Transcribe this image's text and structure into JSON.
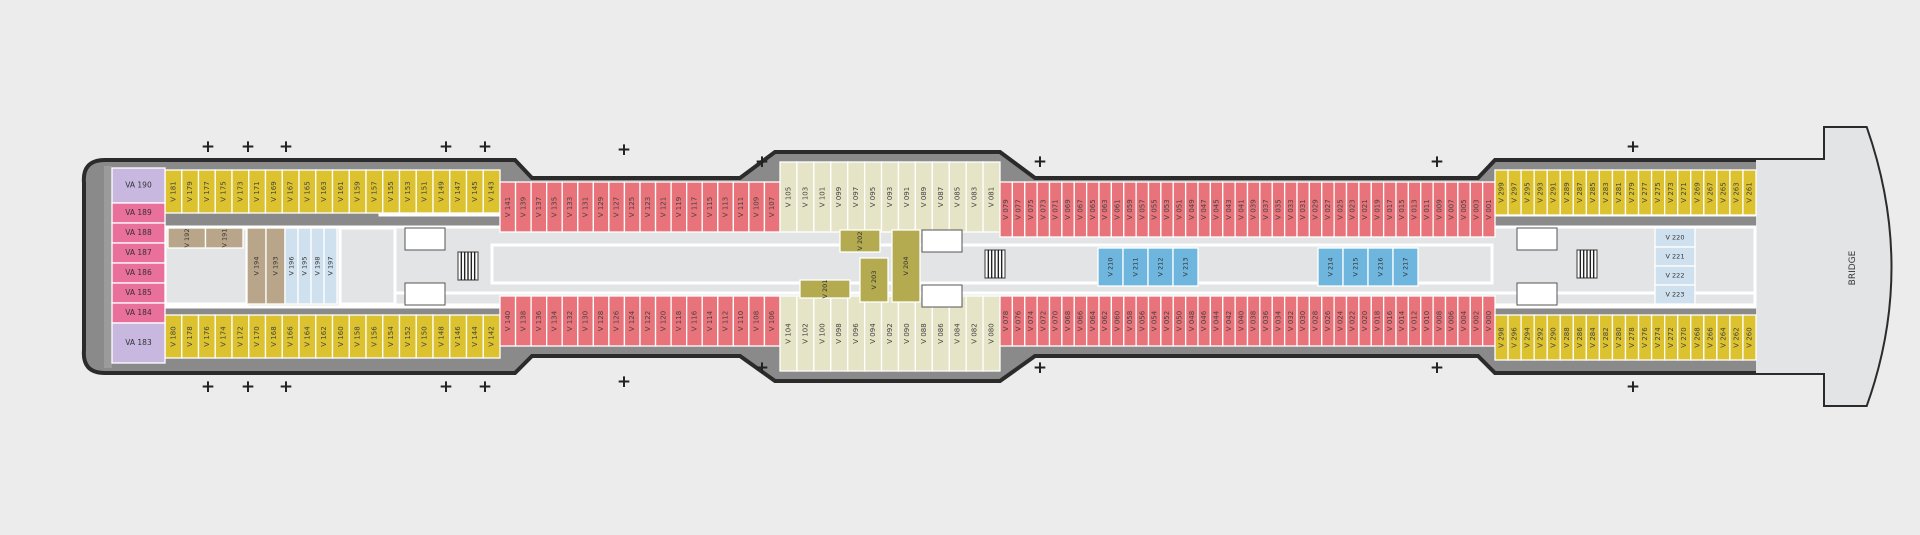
{
  "deck": {
    "bridge_label": "BRIDGE",
    "colors": {
      "background": "#ececec",
      "hull": "#2b2b2b",
      "outer_band": "#8a8a8a",
      "corridor": "#e3e4e6",
      "suite": "#c8b8e0",
      "pink_suite": "#e8709a",
      "yellow": "#dcc22e",
      "red": "#e8737a",
      "cream": "#e6e4c6",
      "olive": "#b4aa50",
      "tan": "#b9a68a",
      "light_blue": "#cfe0ee",
      "blue": "#6fb6df",
      "wall": "#ffffff"
    },
    "pink_suites": [
      "VA 189",
      "VA 188",
      "VA 187",
      "VA 186",
      "VA 185",
      "VA 184"
    ],
    "purple_suites": [
      "VA 190",
      "VA 183"
    ],
    "forward_top": [
      "V 181",
      "V 179",
      "V 177",
      "V 175",
      "V 173",
      "V 171",
      "V 169",
      "V 167",
      "V 165",
      "V 163",
      "V 161",
      "V 159",
      "V 157",
      "V 155",
      "V 153",
      "V 151",
      "V 149",
      "V 147",
      "V 145",
      "V 143"
    ],
    "forward_bottom": [
      "V 180",
      "V 178",
      "V 176",
      "V 174",
      "V 172",
      "V 170",
      "V 168",
      "V 166",
      "V 164",
      "V 162",
      "V 160",
      "V 158",
      "V 156",
      "V 154",
      "V 152",
      "V 150",
      "V 148",
      "V 146",
      "V 144",
      "V 142"
    ],
    "tan_cabins": [
      "V 192",
      "V 191",
      "V 194",
      "V 193"
    ],
    "blue_cabins_fwd": [
      "V 196",
      "V 195",
      "V 198",
      "V 197"
    ],
    "red_a_top": [
      "V 141",
      "V 139",
      "V 137",
      "V 135",
      "V 133",
      "V 131",
      "V 129",
      "V 127",
      "V 125",
      "V 123",
      "V 121",
      "V 119",
      "V 117",
      "V 115",
      "V 113",
      "V 111",
      "V 109",
      "V 107"
    ],
    "red_a_bottom": [
      "V 140",
      "V 138",
      "V 136",
      "V 134",
      "V 132",
      "V 130",
      "V 128",
      "V 126",
      "V 124",
      "V 122",
      "V 120",
      "V 118",
      "V 116",
      "V 114",
      "V 112",
      "V 110",
      "V 108",
      "V 106"
    ],
    "cream_top": [
      "V 105",
      "V 103",
      "V 101",
      "V 099",
      "V 097",
      "V 095",
      "V 093",
      "V 091",
      "V 089",
      "V 087",
      "V 085",
      "V 083",
      "V 081"
    ],
    "cream_bottom": [
      "V 104",
      "V 102",
      "V 100",
      "V 098",
      "V 096",
      "V 094",
      "V 092",
      "V 090",
      "V 088",
      "V 086",
      "V 084",
      "V 082",
      "V 080"
    ],
    "olive_cabins": [
      "V 201",
      "V 202",
      "V 203",
      "V 204"
    ],
    "red_b_top": [
      "V 079",
      "V 077",
      "V 075",
      "V 073",
      "V 071",
      "V 069",
      "V 067",
      "V 065",
      "V 063",
      "V 061",
      "V 059",
      "V 057",
      "V 055",
      "V 053",
      "V 051",
      "V 049",
      "V 047",
      "V 045",
      "V 043",
      "V 041",
      "V 039",
      "V 037",
      "V 035",
      "V 033",
      "V 031",
      "V 029",
      "V 027",
      "V 025",
      "V 023",
      "V 021",
      "V 019",
      "V 017",
      "V 015",
      "V 013",
      "V 011",
      "V 009",
      "V 007",
      "V 005",
      "V 003",
      "V 001"
    ],
    "red_b_bottom": [
      "V 078",
      "V 076",
      "V 074",
      "V 072",
      "V 070",
      "V 068",
      "V 066",
      "V 064",
      "V 062",
      "V 060",
      "V 058",
      "V 056",
      "V 054",
      "V 052",
      "V 050",
      "V 048",
      "V 046",
      "V 044",
      "V 042",
      "V 040",
      "V 038",
      "V 036",
      "V 034",
      "V 032",
      "V 030",
      "V 028",
      "V 026",
      "V 024",
      "V 022",
      "V 020",
      "V 018",
      "V 016",
      "V 014",
      "V 012",
      "V 010",
      "V 008",
      "V 006",
      "V 004",
      "V 002",
      "V 000"
    ],
    "blue_mid_1": [
      "V 210",
      "V 211",
      "V 212",
      "V 213"
    ],
    "blue_mid_2": [
      "V 214",
      "V 215",
      "V 216",
      "V 217"
    ],
    "aft_top": [
      "V 299",
      "V 297",
      "V 295",
      "V 293",
      "V 291",
      "V 289",
      "V 287",
      "V 285",
      "V 283",
      "V 281",
      "V 279",
      "V 277",
      "V 275",
      "V 273",
      "V 271",
      "V 269",
      "V 267",
      "V 265",
      "V 263",
      "V 261"
    ],
    "aft_bottom": [
      "V 298",
      "V 296",
      "V 294",
      "V 292",
      "V 290",
      "V 288",
      "V 286",
      "V 284",
      "V 282",
      "V 280",
      "V 278",
      "V 276",
      "V 274",
      "V 272",
      "V 270",
      "V 268",
      "V 266",
      "V 264",
      "V 262",
      "V 260"
    ],
    "blue_aft": [
      "V 220",
      "V 221",
      "V 222",
      "V 223"
    ],
    "lifeboat_marker": "+"
  }
}
